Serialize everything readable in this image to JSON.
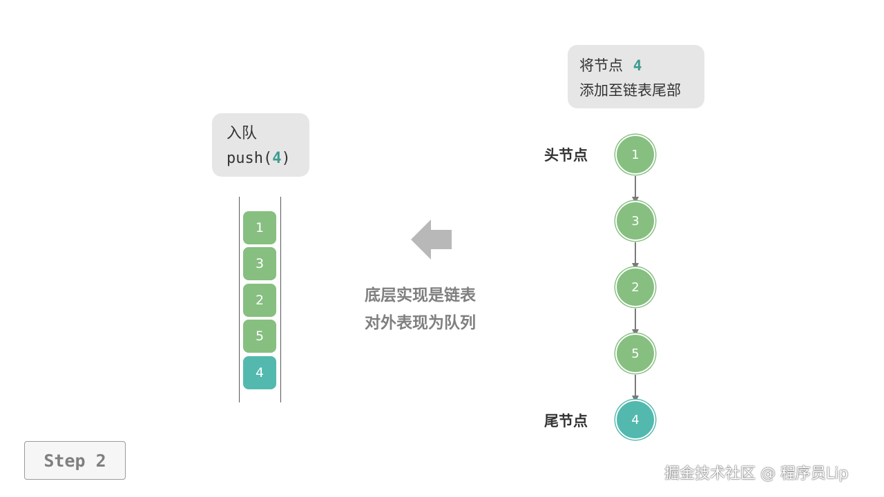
{
  "colors": {
    "green": "#86bf80",
    "teal": "#53b9ae",
    "accent_text": "#3d9c8f",
    "bubble_bg": "#e6e6e6",
    "arrow_gray": "#b8b8b8",
    "mid_text": "#7f7f7f"
  },
  "push_bubble": {
    "line1": "入队",
    "call_prefix": "push(",
    "call_arg": "4",
    "call_suffix": ")"
  },
  "info_bubble": {
    "prefix": "将节点 ",
    "value": "4",
    "line2": "添加至链表尾部"
  },
  "queue": {
    "items": [
      {
        "value": "1",
        "color": "green"
      },
      {
        "value": "3",
        "color": "green"
      },
      {
        "value": "2",
        "color": "green"
      },
      {
        "value": "5",
        "color": "green"
      },
      {
        "value": "4",
        "color": "teal"
      }
    ]
  },
  "middle": {
    "arrow_icon": "left-arrow-icon",
    "line1": "底层实现是链表",
    "line2": "对外表现为队列"
  },
  "linked_list": {
    "head_label": "头节点",
    "tail_label": "尾节点",
    "nodes": [
      {
        "value": "1",
        "color": "green"
      },
      {
        "value": "3",
        "color": "green"
      },
      {
        "value": "2",
        "color": "green"
      },
      {
        "value": "5",
        "color": "green"
      },
      {
        "value": "4",
        "color": "teal"
      }
    ]
  },
  "step": {
    "label": "Step 2"
  },
  "watermark": {
    "text": "掘金技术社区 @ 程序员Lip"
  }
}
